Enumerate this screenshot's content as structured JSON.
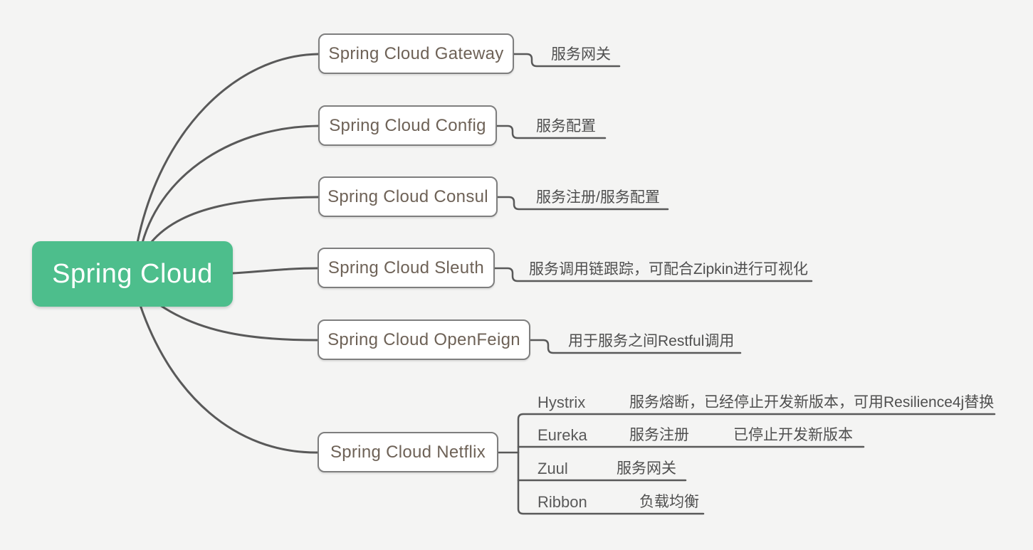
{
  "colors": {
    "background": "#f4f4f3",
    "root_fill": "#4dbe8c",
    "root_text": "#ffffff",
    "topic_border": "#7e7e7e",
    "topic_text": "#6e6257",
    "line": "#595959",
    "note_text": "#4f4f4f"
  },
  "root": {
    "label": "Spring Cloud"
  },
  "topics": [
    {
      "label": "Spring Cloud Gateway",
      "note": "服务网关"
    },
    {
      "label": "Spring Cloud Config",
      "note": "服务配置"
    },
    {
      "label": "Spring Cloud Consul",
      "note": "服务注册/服务配置"
    },
    {
      "label": "Spring Cloud Sleuth",
      "note": "服务调用链跟踪，可配合Zipkin进行可视化"
    },
    {
      "label": "Spring Cloud OpenFeign",
      "note": "用于服务之间Restful调用"
    },
    {
      "label": "Spring Cloud Netflix",
      "children": [
        {
          "label": "Hystrix",
          "notes": [
            "服务熔断，已经停止开发新版本，可用Resilience4j替换"
          ]
        },
        {
          "label": "Eureka",
          "notes": [
            "服务注册",
            "已停止开发新版本"
          ]
        },
        {
          "label": "Zuul",
          "notes": [
            "服务网关"
          ]
        },
        {
          "label": "Ribbon",
          "notes": [
            "负载均衡"
          ]
        }
      ]
    }
  ]
}
